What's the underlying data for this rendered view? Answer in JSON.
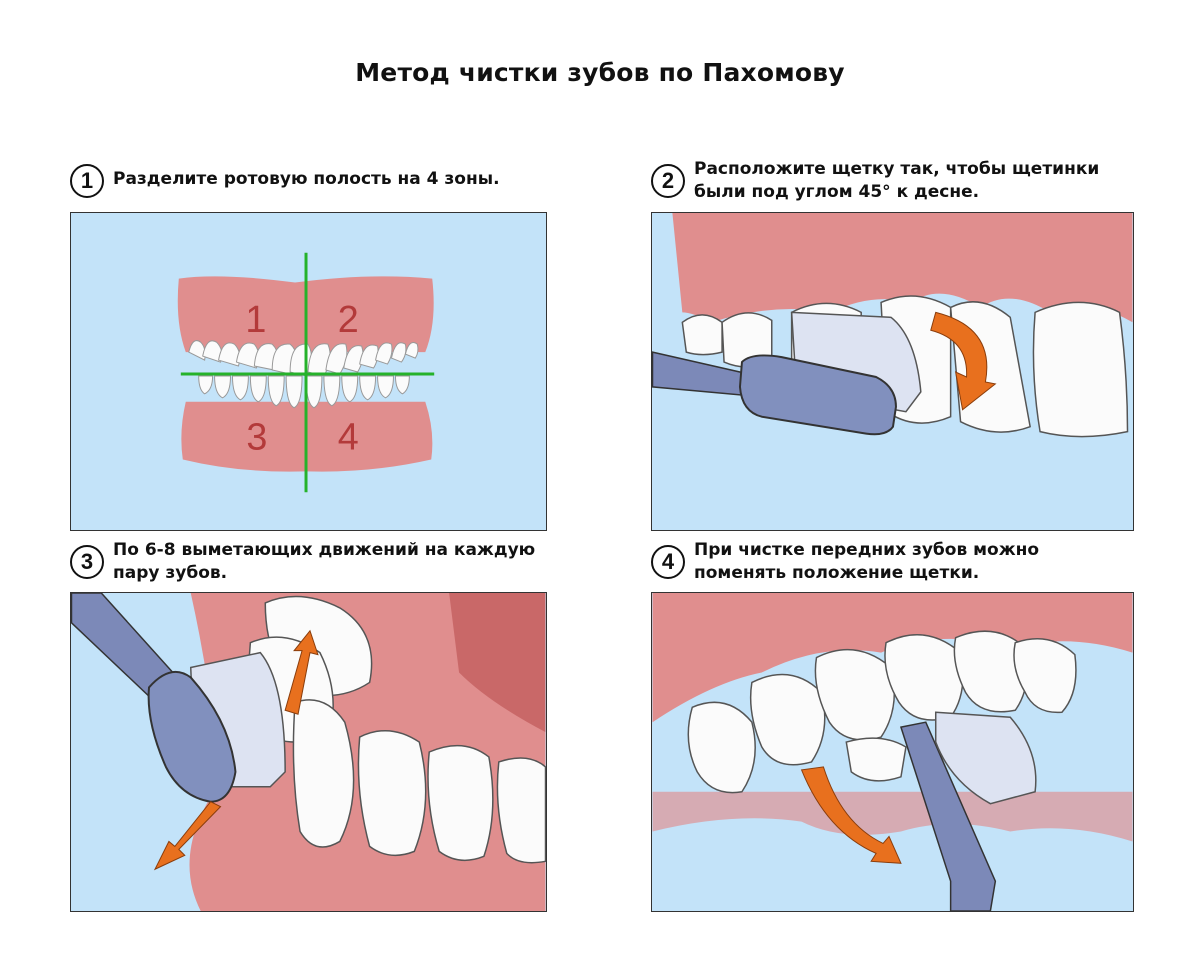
{
  "title": "Метод чистки зубов по Пахомову",
  "steps": [
    {
      "number": "1",
      "caption": "Разделите ротовую полость на 4 зоны."
    },
    {
      "number": "2",
      "caption": "Расположите щетку так, чтобы щетинки\nбыли под углом 45° к десне."
    },
    {
      "number": "3",
      "caption": "По 6-8 выметающих движений на каждую\nпару зубов."
    },
    {
      "number": "4",
      "caption": "При чистке передних зубов можно\nпоменять положение щетки."
    }
  ],
  "zones": [
    "1",
    "2",
    "3",
    "4"
  ],
  "colors": {
    "background": "#c3e3f9",
    "gum": "#e08e8e",
    "gum_dark": "#c96868",
    "tooth": "#fbfbfb",
    "brush_head": "#8190be",
    "bristles": "#dde3f2",
    "arrow": "#e8701e",
    "divider": "#25b22a"
  }
}
